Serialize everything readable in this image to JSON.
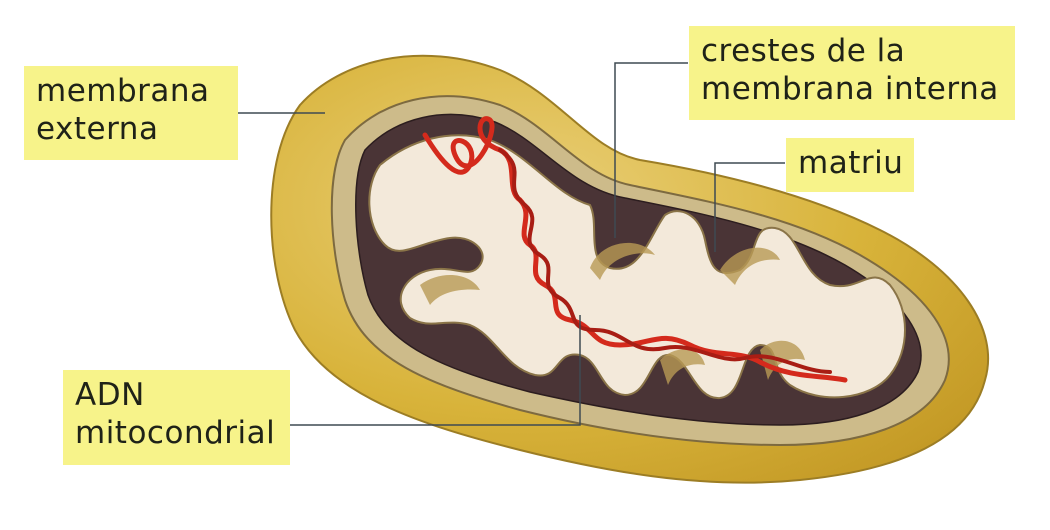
{
  "title": "Estructura del mitocondri",
  "colors": {
    "label_bg": "#f7f38a",
    "outer_membrane": "#d9b847",
    "inner_membrane": "#cdbb8a",
    "intermembrane_dark": "#4a3436",
    "matrix": "#f3e9da",
    "dna": "#d42a1c",
    "leader_line": "#3e4a52"
  },
  "labels": {
    "outer_membrane": {
      "line1": "membrana",
      "line2": "externa"
    },
    "cristae": {
      "line1": "crestes de la",
      "line2": "membrana interna"
    },
    "matrix": {
      "line1": "matriu"
    },
    "dna": {
      "line1": "ADN",
      "line2": "mitocondrial"
    }
  }
}
